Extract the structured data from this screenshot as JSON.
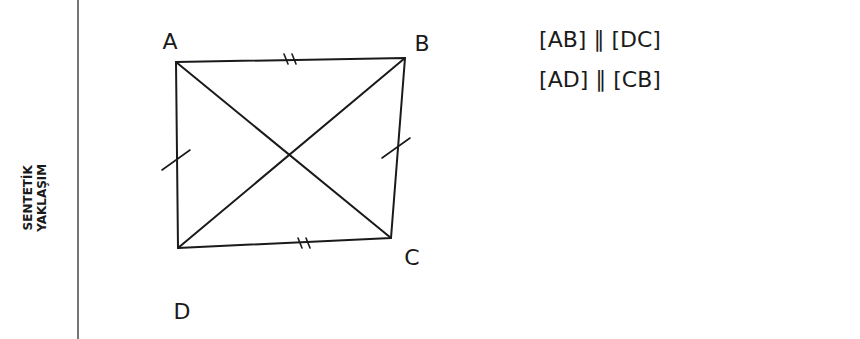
{
  "diagram": {
    "labels": [
      "SENTETİK YAKLAŞIM",
      "A",
      "B",
      "C",
      "D",
      "[AB] ∥ [DC]",
      "[AD] ∥ [CB]"
    ]
  }
}
